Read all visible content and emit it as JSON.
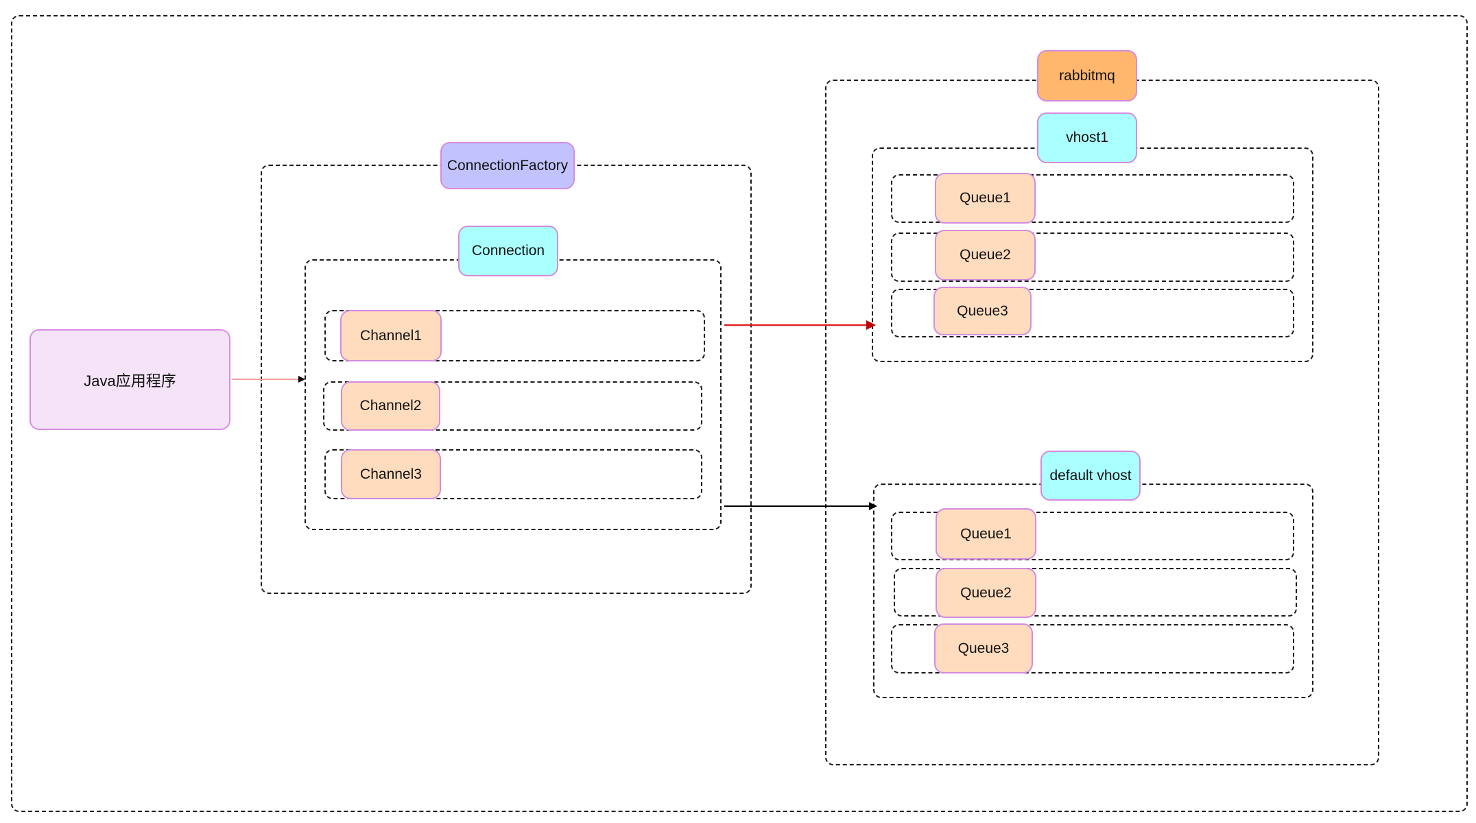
{
  "app": {
    "label": "Java应用程序"
  },
  "connection_factory": {
    "label": "ConnectionFactory",
    "connection": {
      "label": "Connection",
      "channels": [
        {
          "label": "Channel1"
        },
        {
          "label": "Channel2"
        },
        {
          "label": "Channel3"
        }
      ]
    }
  },
  "rabbitmq": {
    "label": "rabbitmq",
    "vhost1": {
      "label": "vhost1",
      "queues": [
        {
          "label": "Queue1"
        },
        {
          "label": "Queue2"
        },
        {
          "label": "Queue3"
        }
      ]
    },
    "default_vhost": {
      "label": "default vhost",
      "queues": [
        {
          "label": "Queue1"
        },
        {
          "label": "Queue2"
        },
        {
          "label": "Queue3"
        }
      ]
    }
  },
  "colors": {
    "java_fill": "#f5e3f8",
    "factory_fill": "#c2c2ff",
    "connection_fill": "#aaffff",
    "channel_fill": "#ffdcbd",
    "rabbitmq_fill": "#ffb76e",
    "node_border": "#d48be0",
    "arrow_app": "#f4a0a0",
    "arrow_vhost1": "#e02020",
    "arrow_default": "#000000"
  }
}
